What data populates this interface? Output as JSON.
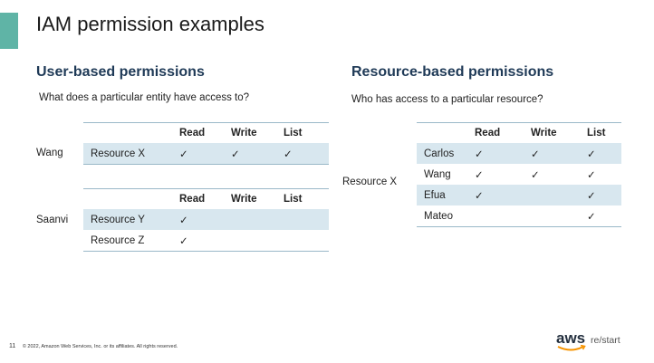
{
  "slide": {
    "title": "IAM permission examples",
    "page_number": "11",
    "copyright": "© 2022, Amazon Web Services, Inc. or its affiliates. All rights reserved.",
    "logo": {
      "aws": "aws",
      "restart": "re/start"
    },
    "accent_color": "#5fb4a6"
  },
  "user_based": {
    "heading": "User-based permissions",
    "question": "What does a particular entity have access to?",
    "columns": [
      "Read",
      "Write",
      "List"
    ],
    "entities": [
      {
        "name": "Wang",
        "rows": [
          {
            "resource": "Resource X",
            "read": "✓",
            "write": "✓",
            "list": "✓"
          }
        ]
      },
      {
        "name": "Saanvi",
        "rows": [
          {
            "resource": "Resource Y",
            "read": "✓",
            "write": "",
            "list": ""
          },
          {
            "resource": "Resource Z",
            "read": "✓",
            "write": "",
            "list": ""
          }
        ]
      }
    ]
  },
  "resource_based": {
    "heading": "Resource-based permissions",
    "question": "Who has access to a particular resource?",
    "resource": "Resource X",
    "columns": [
      "Read",
      "Write",
      "List"
    ],
    "rows": [
      {
        "principal": "Carlos",
        "read": "✓",
        "write": "✓",
        "list": "✓"
      },
      {
        "principal": "Wang",
        "read": "✓",
        "write": "✓",
        "list": "✓"
      },
      {
        "principal": "Efua",
        "read": "✓",
        "write": "",
        "list": "✓"
      },
      {
        "principal": "Mateo",
        "read": "",
        "write": "",
        "list": "✓"
      }
    ]
  }
}
